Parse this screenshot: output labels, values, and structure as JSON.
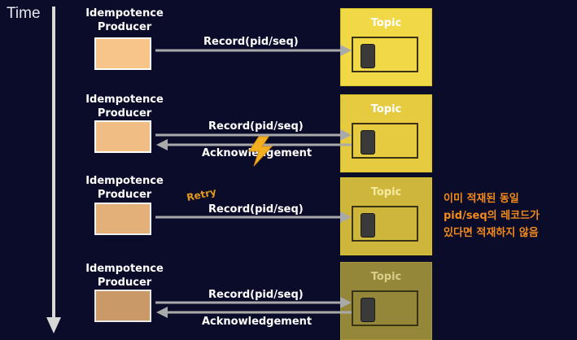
{
  "time_label": "Time",
  "colors": {
    "background": "#0b0c2a",
    "producer_normal": "#f7c48a",
    "producer_dim1": "#f0bd85",
    "producer_dim2": "#e4b07a",
    "producer_dim3": "#c99a68",
    "topic_bright": "#f1d847",
    "topic_dim": "#d4bd3c",
    "topic_dimmer": "#b9a53a",
    "topic_dimmest": "#958739",
    "arrow": "#a9a9a9",
    "note": "#f28a1d",
    "retry": "#e39a1d",
    "lightning": "#f2b01f"
  },
  "rows": [
    {
      "producer_line1": "Idempotence",
      "producer_line2": "Producer",
      "topic": "Topic",
      "record": "Record(pid/seq)",
      "ack": ""
    },
    {
      "producer_line1": "Idempotence",
      "producer_line2": "Producer",
      "topic": "Topic",
      "record": "Record(pid/seq)",
      "ack": "Acknowledgement",
      "icon": "lightning-icon"
    },
    {
      "producer_line1": "Idempotence",
      "producer_line2": "Producer",
      "topic": "Topic",
      "record": "Record(pid/seq)",
      "retry": "Retry",
      "ack": ""
    },
    {
      "producer_line1": "Idempotence",
      "producer_line2": "Producer",
      "topic": "Topic",
      "record": "Record(pid/seq)",
      "ack": "Acknowledgement"
    }
  ],
  "note": {
    "line1": "이미 적재된 동일",
    "line2": "pid/seq의 레코드가",
    "line3": "있다면 적재하지 않음"
  }
}
